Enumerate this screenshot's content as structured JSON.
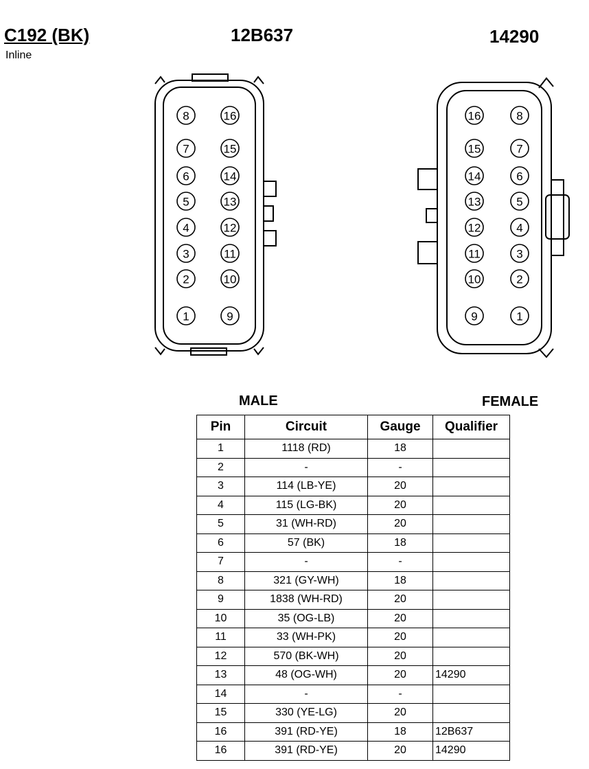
{
  "header": {
    "connector_id": "C192 (BK)",
    "connector_type": "Inline",
    "part_number_male": "12B637",
    "part_number_female": "14290"
  },
  "labels": {
    "male": "MALE",
    "female": "FEMALE"
  },
  "male_pins": [
    "8",
    "16",
    "7",
    "15",
    "6",
    "14",
    "5",
    "13",
    "4",
    "12",
    "3",
    "11",
    "2",
    "10",
    "1",
    "9"
  ],
  "female_pins": [
    "16",
    "8",
    "15",
    "7",
    "14",
    "6",
    "13",
    "5",
    "12",
    "4",
    "11",
    "3",
    "10",
    "2",
    "9",
    "1"
  ],
  "table": {
    "headers": [
      "Pin",
      "Circuit",
      "Gauge",
      "Qualifier"
    ],
    "rows": [
      [
        "1",
        "1118 (RD)",
        "18",
        ""
      ],
      [
        "2",
        "-",
        "-",
        ""
      ],
      [
        "3",
        "114 (LB-YE)",
        "20",
        ""
      ],
      [
        "4",
        "115 (LG-BK)",
        "20",
        ""
      ],
      [
        "5",
        "31 (WH-RD)",
        "20",
        ""
      ],
      [
        "6",
        "57 (BK)",
        "18",
        ""
      ],
      [
        "7",
        "-",
        "-",
        ""
      ],
      [
        "8",
        "321 (GY-WH)",
        "18",
        ""
      ],
      [
        "9",
        "1838 (WH-RD)",
        "20",
        ""
      ],
      [
        "10",
        "35 (OG-LB)",
        "20",
        ""
      ],
      [
        "11",
        "33 (WH-PK)",
        "20",
        ""
      ],
      [
        "12",
        "570 (BK-WH)",
        "20",
        ""
      ],
      [
        "13",
        "48 (OG-WH)",
        "20",
        "14290"
      ],
      [
        "14",
        "-",
        "-",
        ""
      ],
      [
        "15",
        "330 (YE-LG)",
        "20",
        ""
      ],
      [
        "16",
        "391 (RD-YE)",
        "18",
        "12B637"
      ],
      [
        "16",
        "391 (RD-YE)",
        "20",
        "14290"
      ]
    ]
  }
}
